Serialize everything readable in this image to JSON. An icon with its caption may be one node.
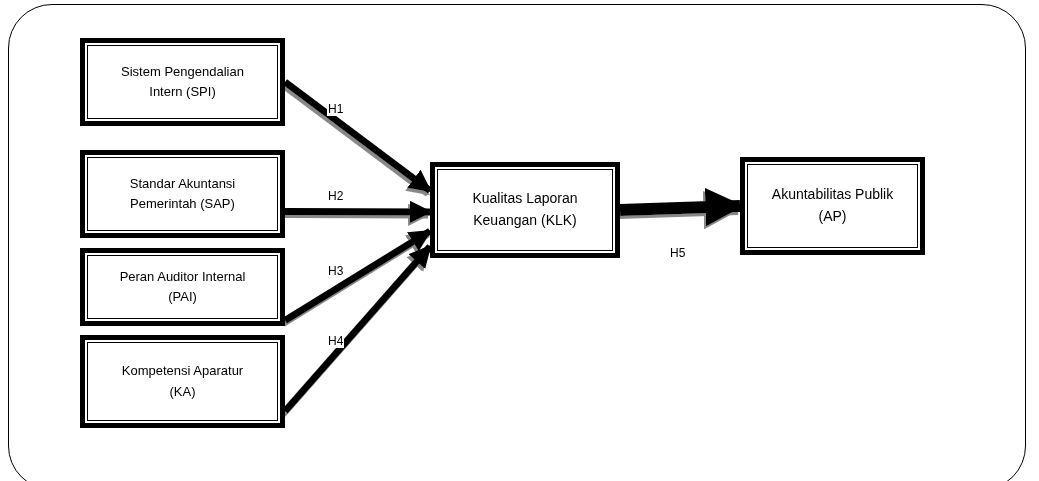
{
  "diagram": {
    "nodes": [
      {
        "text": [
          "Sistem Pengendalian Intern (SPI)"
        ]
      },
      {
        "text": [
          "Standar Akuntansi Pemerintah (SAP)"
        ]
      },
      {
        "text": [
          "Peran Auditor Internal (PAI)"
        ]
      },
      {
        "text": [
          "Kompetensi Aparatur (KA)"
        ]
      },
      {
        "text": [
          "Kualitas Laporan Keuangan (KLK)"
        ]
      },
      {
        "text": [
          "Akuntabilitas Publik (AP)"
        ]
      }
    ],
    "edges": [
      {
        "from": 0,
        "to": 4,
        "arrow": "to",
        "label": "H1"
      },
      {
        "from": 1,
        "to": 4,
        "arrow": "to",
        "label": "H2"
      },
      {
        "from": 2,
        "to": 4,
        "arrow": "to",
        "label": "H3"
      },
      {
        "from": 3,
        "to": 4,
        "arrow": "to",
        "label": "H4"
      },
      {
        "from": 4,
        "to": 5,
        "arrow": "to",
        "label": "H5"
      }
    ]
  }
}
